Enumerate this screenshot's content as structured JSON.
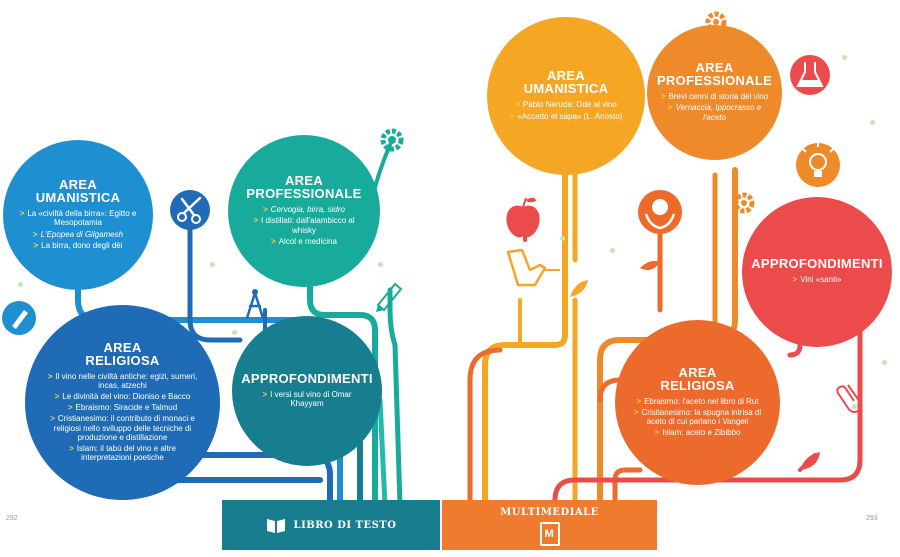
{
  "left_page": {
    "page_number": "292",
    "area_umanistica": {
      "title_line1": "AREA",
      "title_line2": "UMANISTICA",
      "items": [
        "La «civiltà della birra»: Egitto e Mesopotamia",
        "L'Epopea di Gilgamesh",
        "La birra, dono degli dèi"
      ],
      "color": "#1e90d2"
    },
    "area_professionale": {
      "title_line1": "AREA",
      "title_line2": "PROFESSIONALE",
      "items": [
        "Cervogia, birra, sidro",
        "I distillati: dall'alambicco al whisky",
        "Alcol e medicina"
      ],
      "color": "#18ab9b"
    },
    "area_religiosa": {
      "title_line1": "AREA",
      "title_line2": "RELIGIOSA",
      "items": [
        "Il vino nelle civiltà antiche: egizi, sumeri, incas, atzechi",
        "Le divinità del vino: Dioniso e Bacco",
        "Ebraismo: Siracide e Talmud",
        "Cristianesimo: il contributo di monaci e religiosi nello sviluppo delle tecniche di produzione e distillazione",
        "Islam: il tabù del vino e altre interpretazioni poetiche"
      ],
      "color": "#1f6bb5"
    },
    "approfondimenti": {
      "title": "APPROFONDIMENTI",
      "items": [
        "I versi sul vino di Omar Khayyam"
      ],
      "color": "#167e8f"
    },
    "bar_label": "LIBRO DI TESTO",
    "bar_color": "#197d90"
  },
  "right_page": {
    "page_number": "293",
    "area_umanistica": {
      "title_line1": "AREA",
      "title_line2": "UMANISTICA",
      "items": [
        "Pablo Neruda: Ode al vino",
        "«Accetto et sapa» (L. Ariosto)"
      ],
      "color": "#f5a623"
    },
    "area_professionale": {
      "title_line1": "AREA",
      "title_line2": "PROFESSIONALE",
      "items": [
        "Brevi cenni di storia del vino",
        "Vernaccia, Ippocrasso e l'aceto"
      ],
      "color": "#ef8a2b"
    },
    "area_religiosa": {
      "title_line1": "AREA",
      "title_line2": "RELIGIOSA",
      "items": [
        "Ebraismo: l'aceto nel libro di Rut",
        "Cristianesimo: la spugna intrisa di aceto di cui parlano i Vangeli",
        "Islam: aceto e Zibibbo"
      ],
      "color": "#ec6a2c"
    },
    "approfondimenti": {
      "title": "APPROFONDIMENTI",
      "items": [
        "Vini «santi»"
      ],
      "color": "#ec4b4b"
    },
    "bar_label": "MULTIMEDIALE",
    "bar_color": "#ef7b2e"
  },
  "accent": "#ffd23c",
  "icons": [
    "scissors-icon",
    "compass-icon",
    "pencil-icon",
    "gear-icon",
    "book-icon",
    "apple-icon",
    "hand-pointer-icon",
    "leaf-icon",
    "globe-hands-icon",
    "flask-icon",
    "lightbulb-icon",
    "paperclip-icon",
    "m-badge-icon"
  ]
}
